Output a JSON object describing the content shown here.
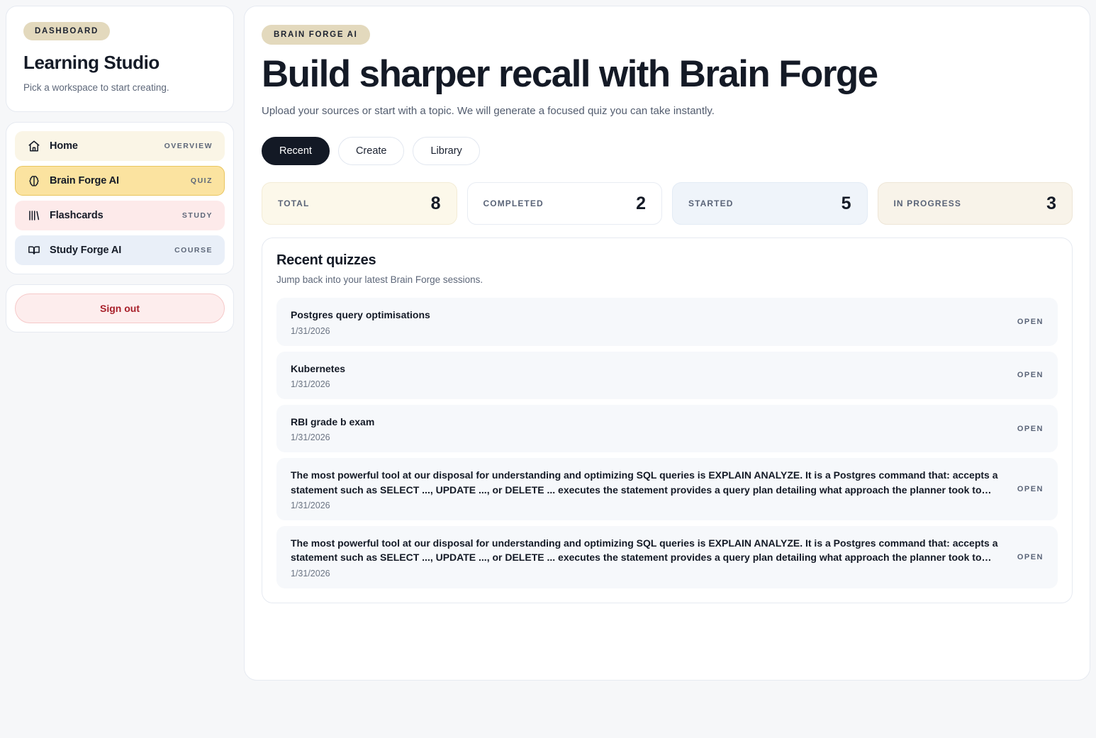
{
  "sidebar": {
    "brand": {
      "badge": "DASHBOARD",
      "title": "Learning Studio",
      "subtitle": "Pick a workspace to start creating."
    },
    "nav": [
      {
        "label": "Home",
        "tag": "OVERVIEW",
        "icon": "home-icon"
      },
      {
        "label": "Brain Forge AI",
        "tag": "QUIZ",
        "icon": "brain-icon"
      },
      {
        "label": "Flashcards",
        "tag": "STUDY",
        "icon": "cards-icon"
      },
      {
        "label": "Study Forge AI",
        "tag": "COURSE",
        "icon": "book-icon"
      }
    ],
    "signout_label": "Sign out"
  },
  "main": {
    "badge": "BRAIN FORGE AI",
    "title": "Build sharper recall with Brain Forge",
    "subtitle": "Upload your sources or start with a topic. We will generate a focused quiz you can take instantly.",
    "tabs": [
      {
        "label": "Recent",
        "active": true
      },
      {
        "label": "Create",
        "active": false
      },
      {
        "label": "Library",
        "active": false
      }
    ],
    "stats": [
      {
        "label": "TOTAL",
        "value": "8"
      },
      {
        "label": "COMPLETED",
        "value": "2"
      },
      {
        "label": "STARTED",
        "value": "5"
      },
      {
        "label": "IN PROGRESS",
        "value": "3"
      }
    ],
    "panel": {
      "title": "Recent quizzes",
      "subtitle": "Jump back into your latest Brain Forge sessions.",
      "open_label": "OPEN",
      "rows": [
        {
          "name": "Postgres query optimisations",
          "date": "1/31/2026"
        },
        {
          "name": "Kubernetes",
          "date": "1/31/2026"
        },
        {
          "name": "RBI grade b exam",
          "date": "1/31/2026"
        },
        {
          "name": "The most powerful tool at our disposal for understanding and optimizing SQL queries is EXPLAIN ANALYZE. It is a Postgres command that: accepts a statement such as SELECT ..., UPDATE ..., or DELETE ... executes the statement provides a query plan detailing what approach the planner took to…",
          "date": "1/31/2026"
        },
        {
          "name": "The most powerful tool at our disposal for understanding and optimizing SQL queries is EXPLAIN ANALYZE. It is a Postgres command that: accepts a statement such as SELECT ..., UPDATE ..., or DELETE ... executes the statement provides a query plan detailing what approach the planner took to…",
          "date": "1/31/2026"
        }
      ]
    }
  },
  "colors": {
    "accent_yellow": "#fbe3a0",
    "badge_tan": "#e3d9bd",
    "ink": "#141a26",
    "danger": "#a8202a"
  }
}
